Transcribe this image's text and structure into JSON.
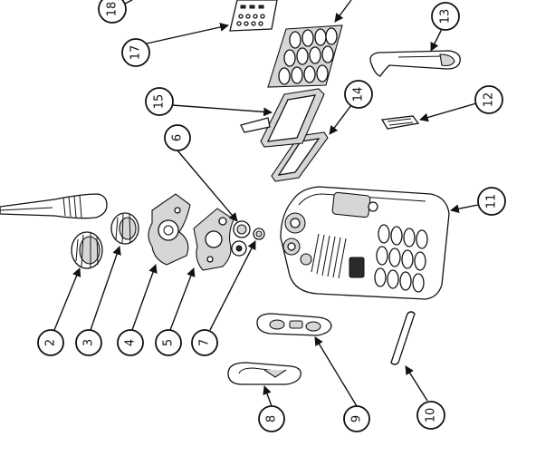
{
  "diagram": {
    "callouts": [
      {
        "id": "c2",
        "label": "2"
      },
      {
        "id": "c3",
        "label": "3"
      },
      {
        "id": "c4",
        "label": "4"
      },
      {
        "id": "c5",
        "label": "5"
      },
      {
        "id": "c6",
        "label": "6"
      },
      {
        "id": "c7",
        "label": "7"
      },
      {
        "id": "c8",
        "label": "8"
      },
      {
        "id": "c9",
        "label": "9"
      },
      {
        "id": "c10",
        "label": "10"
      },
      {
        "id": "c11",
        "label": "11"
      },
      {
        "id": "c12",
        "label": "12"
      },
      {
        "id": "c13",
        "label": "13"
      },
      {
        "id": "c14",
        "label": "14"
      },
      {
        "id": "c15",
        "label": "15"
      },
      {
        "id": "c17",
        "label": "17"
      },
      {
        "id": "c18",
        "label": "18"
      }
    ]
  }
}
